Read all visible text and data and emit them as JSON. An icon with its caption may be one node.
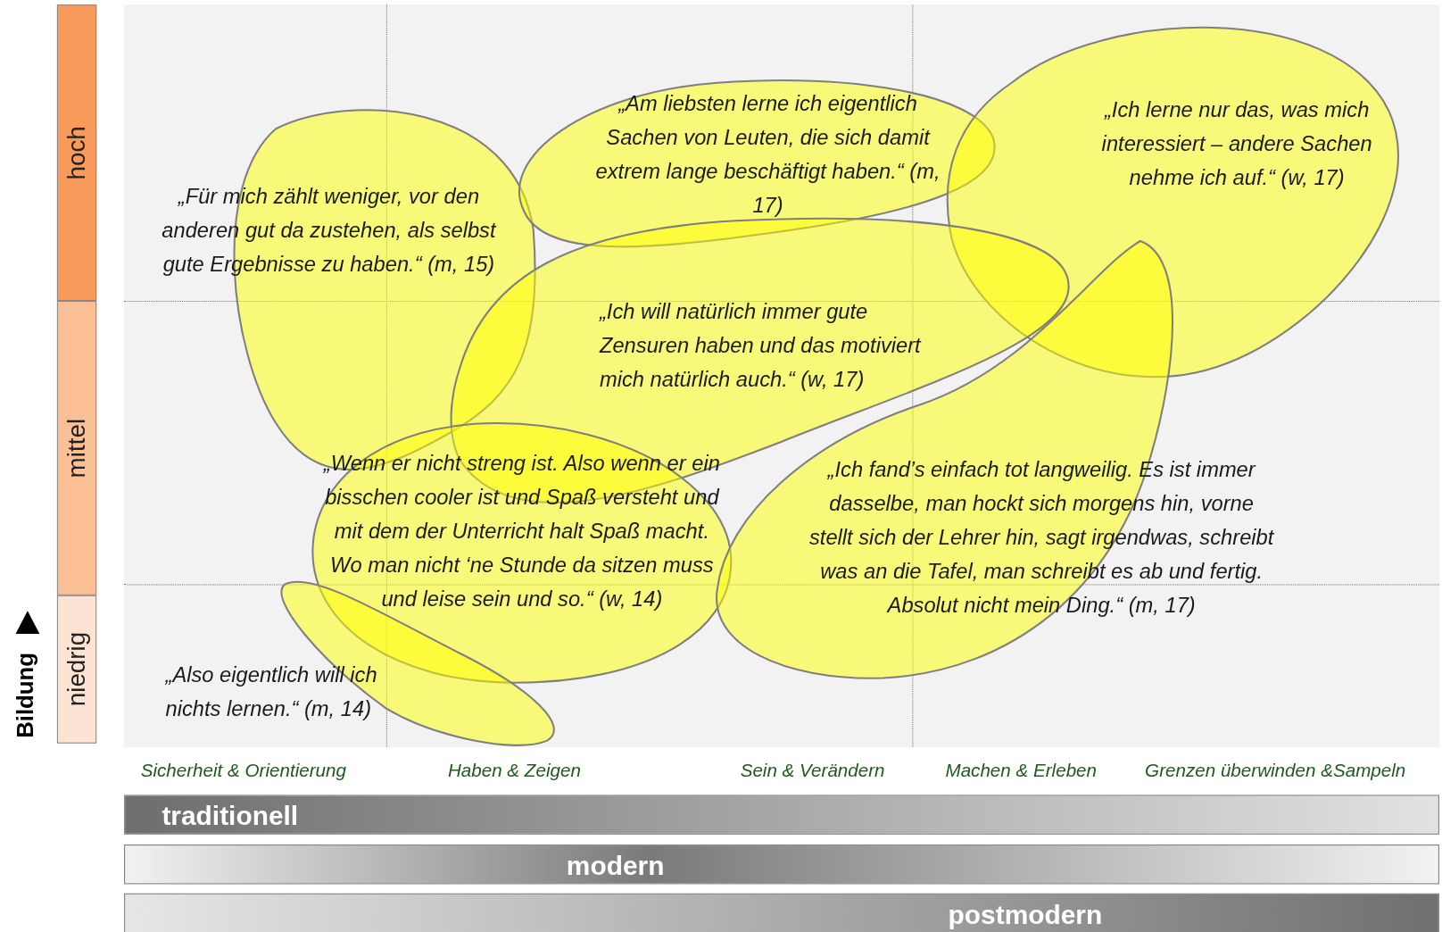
{
  "diagram": {
    "nodes": [
      {
        "text": [
          "hoch"
        ]
      },
      {
        "text": [
          "mittel"
        ]
      },
      {
        "text": [
          "niedrig"
        ]
      },
      {
        "text": [
          "„Für mich zählt weniger, vor den anderen gut da zustehen, als selbst gute Ergebnisse zu haben.“ (m, 15)"
        ]
      },
      {
        "text": [
          "„Am liebsten lerne ich eigentlich Sachen von Leuten, die sich damit extrem lange beschäftigt haben.“ (m, 17)"
        ]
      },
      {
        "text": [
          "„Ich lerne nur das, was mich interessiert – andere Sachen nehme ich auf.“ (w, 17)"
        ]
      },
      {
        "text": [
          "„Ich will natürlich immer gute Zensuren haben und das motiviert mich natürlich auch.“ (w, 17)"
        ]
      },
      {
        "text": [
          "„Wenn er nicht streng ist. Also wenn er ein bisschen cooler ist und Spaß versteht und mit dem der Unterricht halt Spaß macht. Wo man nicht ‘ne Stunde da sitzen muss und leise sein und so.“ (w, 14)"
        ]
      },
      {
        "text": [
          "„Ich fand’s einfach tot langweilig. Es ist immer dasselbe, man hockt sich morgens hin, vorne stellt sich der Lehrer hin, sagt irgendwas, schreibt was an die Tafel, man schreibt es ab und fertig. Absolut nicht mein Ding.“ (m, 17)"
        ]
      },
      {
        "text": [
          "„Also eigentlich will ich nichts lernen.“ (m, 14)"
        ]
      },
      {
        "text": [
          "traditionell"
        ]
      },
      {
        "text": [
          "modern"
        ]
      },
      {
        "text": [
          "postmodern"
        ]
      }
    ],
    "edges": [],
    "labels": [
      "Bildung",
      "Sicherheit & Orientierung",
      "Haben & Zeigen",
      "Sein & Verändern",
      "Machen & Erleben",
      "Grenzen überwinden &Sampeln"
    ]
  }
}
